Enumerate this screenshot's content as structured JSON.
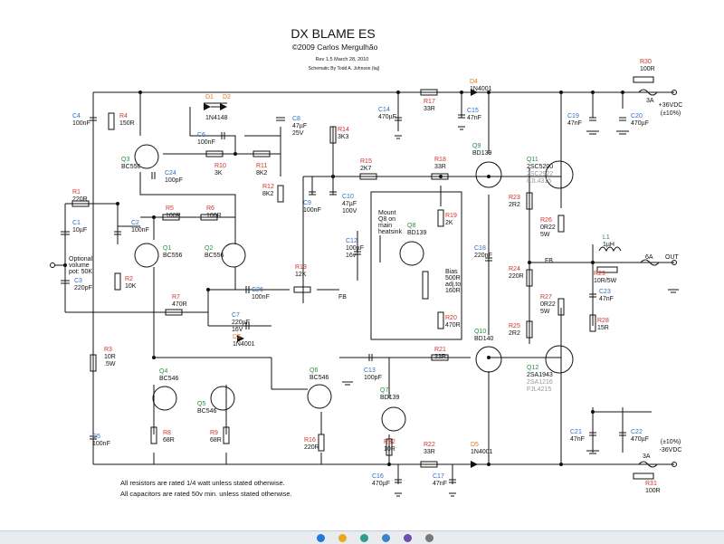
{
  "title": {
    "main": "DX BLAME ES",
    "copyright": "©2009 Carlos Mergulhão",
    "revision": "Rev 1.5   March 28, 2010",
    "credit": "Schematic By Todd A. Johnson (taj)"
  },
  "notes": [
    "All resistors are rated 1/4 watt unless stated otherwise.",
    "All capacitors are rated 50v min. unless stated otherwise."
  ],
  "rails": {
    "positive": [
      "+36VDC",
      "(±10%)"
    ],
    "negative": [
      "(±10%)",
      "-36VDC"
    ],
    "output": "OUT",
    "fuse_current": "6A"
  },
  "components": {
    "R1": [
      "R1",
      "220R"
    ],
    "R2": [
      "R2",
      "10K"
    ],
    "R3": [
      "R3",
      "10R",
      ".5W"
    ],
    "R4": [
      "R4",
      "150R"
    ],
    "R5": [
      "R5",
      "100R"
    ],
    "R6": [
      "R6",
      "100R"
    ],
    "R7": [
      "R7",
      "470R"
    ],
    "R8": [
      "R8",
      "68R"
    ],
    "R9": [
      "R9",
      "68R"
    ],
    "R10": [
      "R10",
      "3K"
    ],
    "R11": [
      "R11",
      "8K2"
    ],
    "R12": [
      "R12",
      "8K2"
    ],
    "R13": [
      "R13",
      "12K"
    ],
    "R14": [
      "R14",
      "3K3"
    ],
    "R15": [
      "R15",
      "2K7"
    ],
    "R16": [
      "R16",
      "220R"
    ],
    "R17": [
      "R17",
      "33R"
    ],
    "R18": [
      "R18",
      "33R"
    ],
    "R19": [
      "R19",
      "2K"
    ],
    "R20": [
      "R20",
      "470R"
    ],
    "R21": [
      "R21",
      "33R"
    ],
    "R22": [
      "R22",
      "33R"
    ],
    "R23": [
      "R23",
      "2R2"
    ],
    "R24": [
      "R24",
      "220R"
    ],
    "R25": [
      "R25",
      "2R2"
    ],
    "R26": [
      "R26",
      "0R22",
      "5W"
    ],
    "R27": [
      "R27",
      "0R22",
      "5W"
    ],
    "R28": [
      "R28",
      "15R"
    ],
    "R29": [
      "R29",
      "10R/5W"
    ],
    "R30": [
      "R30",
      "100R"
    ],
    "R31": [
      "R31",
      "100R"
    ],
    "R32": [
      "R32",
      "10R"
    ],
    "C1": [
      "C1",
      "10µF"
    ],
    "C2": [
      "C2",
      "100nF"
    ],
    "C3": [
      "C3",
      "220pF"
    ],
    "C4": [
      "C4",
      "100nF"
    ],
    "C5": [
      "C5",
      "100nF"
    ],
    "C6": [
      "C6",
      "100nF"
    ],
    "C7": [
      "C7",
      "220µF",
      "16V"
    ],
    "C8": [
      "C8",
      "47µF",
      "25V"
    ],
    "C9": [
      "C9",
      "100nF"
    ],
    "C10": [
      "C10",
      "47µF",
      "100V"
    ],
    "C12": [
      "C12",
      "100µF",
      "16v"
    ],
    "C13": [
      "C13",
      "100pF"
    ],
    "C14": [
      "C14",
      "470µF"
    ],
    "C15": [
      "C15",
      "47nF"
    ],
    "C16": [
      "C16",
      "470µF"
    ],
    "C17": [
      "C17",
      "47nF"
    ],
    "C18": [
      "C18",
      "220nF"
    ],
    "C19": [
      "C19",
      "47nF"
    ],
    "C20": [
      "C20",
      "470µF"
    ],
    "C21": [
      "C21",
      "47nF"
    ],
    "C22": [
      "C22",
      "470µF"
    ],
    "C23": [
      "C23",
      "47nF"
    ],
    "C24": [
      "C24",
      "100pF"
    ],
    "C26": [
      "C26",
      "100nF"
    ],
    "D1": [
      "D1"
    ],
    "D2": [
      "D2"
    ],
    "D12": [
      "1N4148"
    ],
    "D3": [
      "D3",
      "1N4001"
    ],
    "D4": [
      "D4",
      "1N4001"
    ],
    "D5": [
      "D5",
      "1N4001"
    ],
    "L1": [
      "L1",
      "1µH"
    ],
    "Q1": [
      "Q1",
      "BC556"
    ],
    "Q2": [
      "Q2",
      "BC556"
    ],
    "Q3": [
      "Q3",
      "BC556"
    ],
    "Q4": [
      "Q4",
      "BC546"
    ],
    "Q5": [
      "Q5",
      "BC546"
    ],
    "Q6": [
      "Q6",
      "BC546"
    ],
    "Q7": [
      "Q7",
      "BD139"
    ],
    "Q8": [
      "Q8",
      "BD139"
    ],
    "Q9": [
      "Q9",
      "BD139"
    ],
    "Q10": [
      "Q10",
      "BD140"
    ],
    "Q11": [
      "Q11",
      "2SC5200",
      "2SC2922",
      "FJL4315"
    ],
    "Q12": [
      "Q12",
      "2SA1943",
      "2SA1216",
      "FJL4215"
    ],
    "F_pos": [
      "3A"
    ],
    "F_neg": [
      "3A"
    ],
    "F_out": [
      "6A"
    ]
  },
  "annotations": {
    "mount_note": [
      "Mount",
      "Q8 on",
      "main",
      "heatsink"
    ],
    "bias_note": [
      "Bias",
      "500R",
      "adj.to",
      "160R"
    ],
    "volume_note": [
      "Optional",
      "volume",
      "pot: 50K"
    ],
    "fb1": "FB",
    "fb2": "FB"
  },
  "colors": {
    "resistor_label": "#d0332b",
    "capacitor_label": "#2c6fc2",
    "transistor_label": "#23913a",
    "diode_label": "#e2761c",
    "alt_part": "#999999"
  },
  "taskbar_icons": [
    "browser-icon",
    "folder-icon",
    "mail-icon",
    "store-icon",
    "app-icon",
    "settings-icon"
  ]
}
